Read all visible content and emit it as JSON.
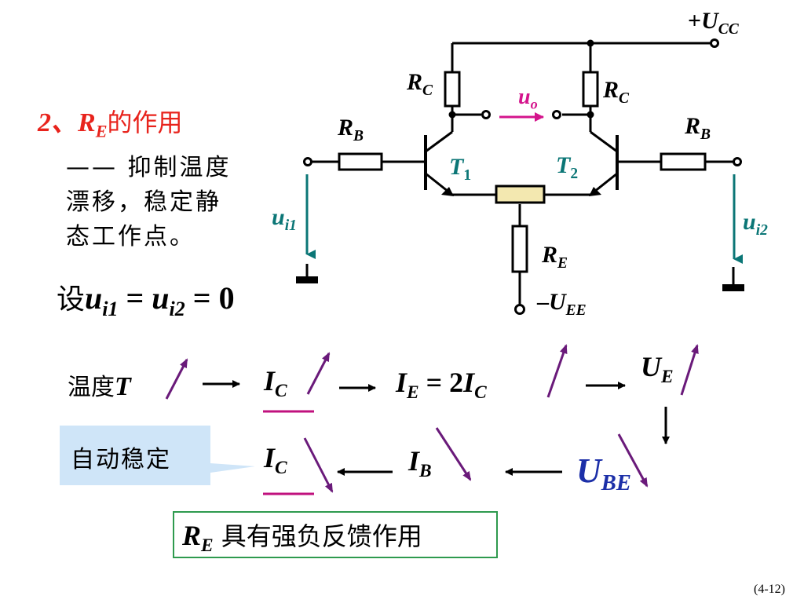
{
  "slide": {
    "heading_number": "2、",
    "heading_symbol": "R",
    "heading_symbol_sub": "E",
    "heading_rest": "的作用",
    "desc_line1": "—— 抑制温度",
    "desc_line2": "漂移，稳定静",
    "desc_line3": "态工作点。",
    "condition_prefix": "设",
    "condition_u1": "u",
    "condition_u1_sub": "i1",
    "condition_eq1": " = ",
    "condition_u2": "u",
    "condition_u2_sub": "i2",
    "condition_eq2": " = 0",
    "page_number": "(4-12)"
  },
  "circuit": {
    "vcc_sign": "+",
    "vcc": "U",
    "vcc_sub": "CC",
    "vee_sign": "–",
    "vee": "U",
    "vee_sub": "EE",
    "rc_left": "R",
    "rc_left_sub": "C",
    "rc_right": "R",
    "rc_right_sub": "C",
    "rb_left": "R",
    "rb_left_sub": "B",
    "rb_right": "R",
    "rb_right_sub": "B",
    "re": "R",
    "re_sub": "E",
    "t1": "T",
    "t1_sub": "1",
    "t2": "T",
    "t2_sub": "2",
    "uo": "u",
    "uo_sub": "o",
    "ui1": "u",
    "ui1_sub": "i1",
    "ui2": "u",
    "ui2_sub": "i2"
  },
  "chain": {
    "temp_label": "温度",
    "temp_symbol": "T",
    "ic_top": "I",
    "ic_top_sub": "C",
    "ie_left": "I",
    "ie_left_sub": "E",
    "ie_eq": " = 2",
    "ie_right": "I",
    "ie_right_sub": "C",
    "ue": "U",
    "ue_sub": "E",
    "ic_bottom": "I",
    "ic_bottom_sub": "C",
    "ib": "I",
    "ib_sub": "B",
    "ube": "U",
    "ube_sub": "BE",
    "callout": "自动稳定",
    "conclusion_symbol": "R",
    "conclusion_sub": "E",
    "conclusion_text": " 具有强负反馈作用"
  },
  "colors": {
    "heading": "#e8231c",
    "arrow_purple": "#6a1a7a",
    "teal": "#0b7676",
    "uo_arrow": "#d4148c",
    "callout_bg": "#cfe5f8",
    "conclusion_border": "#2e9a4e",
    "re_pot": "#f3e8b0"
  }
}
